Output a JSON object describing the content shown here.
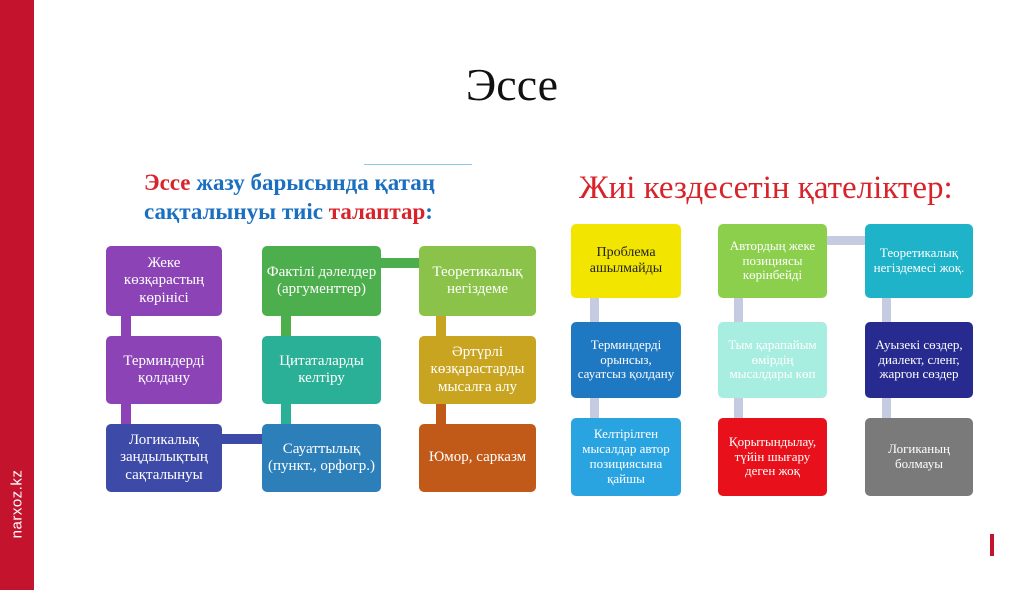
{
  "slide": {
    "title": "Эссе",
    "brand": "narxoz.kz",
    "accent_color": "#c4142d"
  },
  "left_panel": {
    "heading": {
      "part1": "Эссе",
      "part2": " жазу барысында қатаң",
      "part3": "сақталынуы тиіс ",
      "part4": "талаптар",
      "part5": ":"
    },
    "boxes": [
      {
        "label": "Жеке көзқарастың көрінісі",
        "color": "#8b43b5"
      },
      {
        "label": "Терминдерді қолдану",
        "color": "#8b43b5"
      },
      {
        "label": "Логикалық заңдылықтың сақталынуы",
        "color": "#3d4aa8"
      },
      {
        "label": "Фактілі дәлелдер (аргументтер)",
        "color": "#4cae4c"
      },
      {
        "label": "Цитаталарды келтіру",
        "color": "#29b096"
      },
      {
        "label": "Сауаттылық (пункт., орфогр.)",
        "color": "#2c7fb8"
      },
      {
        "label": "Теоретикалық негіздеме",
        "color": "#8bc34a"
      },
      {
        "label": "Әртүрлі көзқарастарды мысалға алу",
        "color": "#c9a420"
      },
      {
        "label": "Юмор, сарказм",
        "color": "#c15a18"
      }
    ]
  },
  "right_panel": {
    "heading": "Жиі кездесетін қателіктер:",
    "boxes": [
      {
        "label": "Проблема ашылмайды",
        "color": "#f2e600",
        "text_color": "#222222"
      },
      {
        "label": "Автордың жеке позициясы көрінбейді",
        "color": "#8ccf4d",
        "text_color": "#ffffff"
      },
      {
        "label": "Теоретикалық негіздемесі жоқ.",
        "color": "#1fb3c9",
        "text_color": "#ffffff"
      },
      {
        "label": "Терминдерді орынсыз, сауатсыз қолдану",
        "color": "#1e78c2",
        "text_color": "#ffffff"
      },
      {
        "label": "Тым қарапайым өмірдің мысалдары көп",
        "color": "#a8eee0",
        "text_color": "#ffffff"
      },
      {
        "label": "Ауызекі сөздер, диалект, сленг, жаргон сөздер",
        "color": "#272a8e",
        "text_color": "#ffffff"
      },
      {
        "label": "Келтірілген мысалдар автор позициясына қайшы",
        "color": "#2aa4e0",
        "text_color": "#ffffff"
      },
      {
        "label": "Қорытындылау, түйін шығару деген жоқ",
        "color": "#e8101a",
        "text_color": "#ffffff"
      },
      {
        "label": "Логиканың болмауы",
        "color": "#7a7a7a",
        "text_color": "#ffffff"
      }
    ]
  }
}
